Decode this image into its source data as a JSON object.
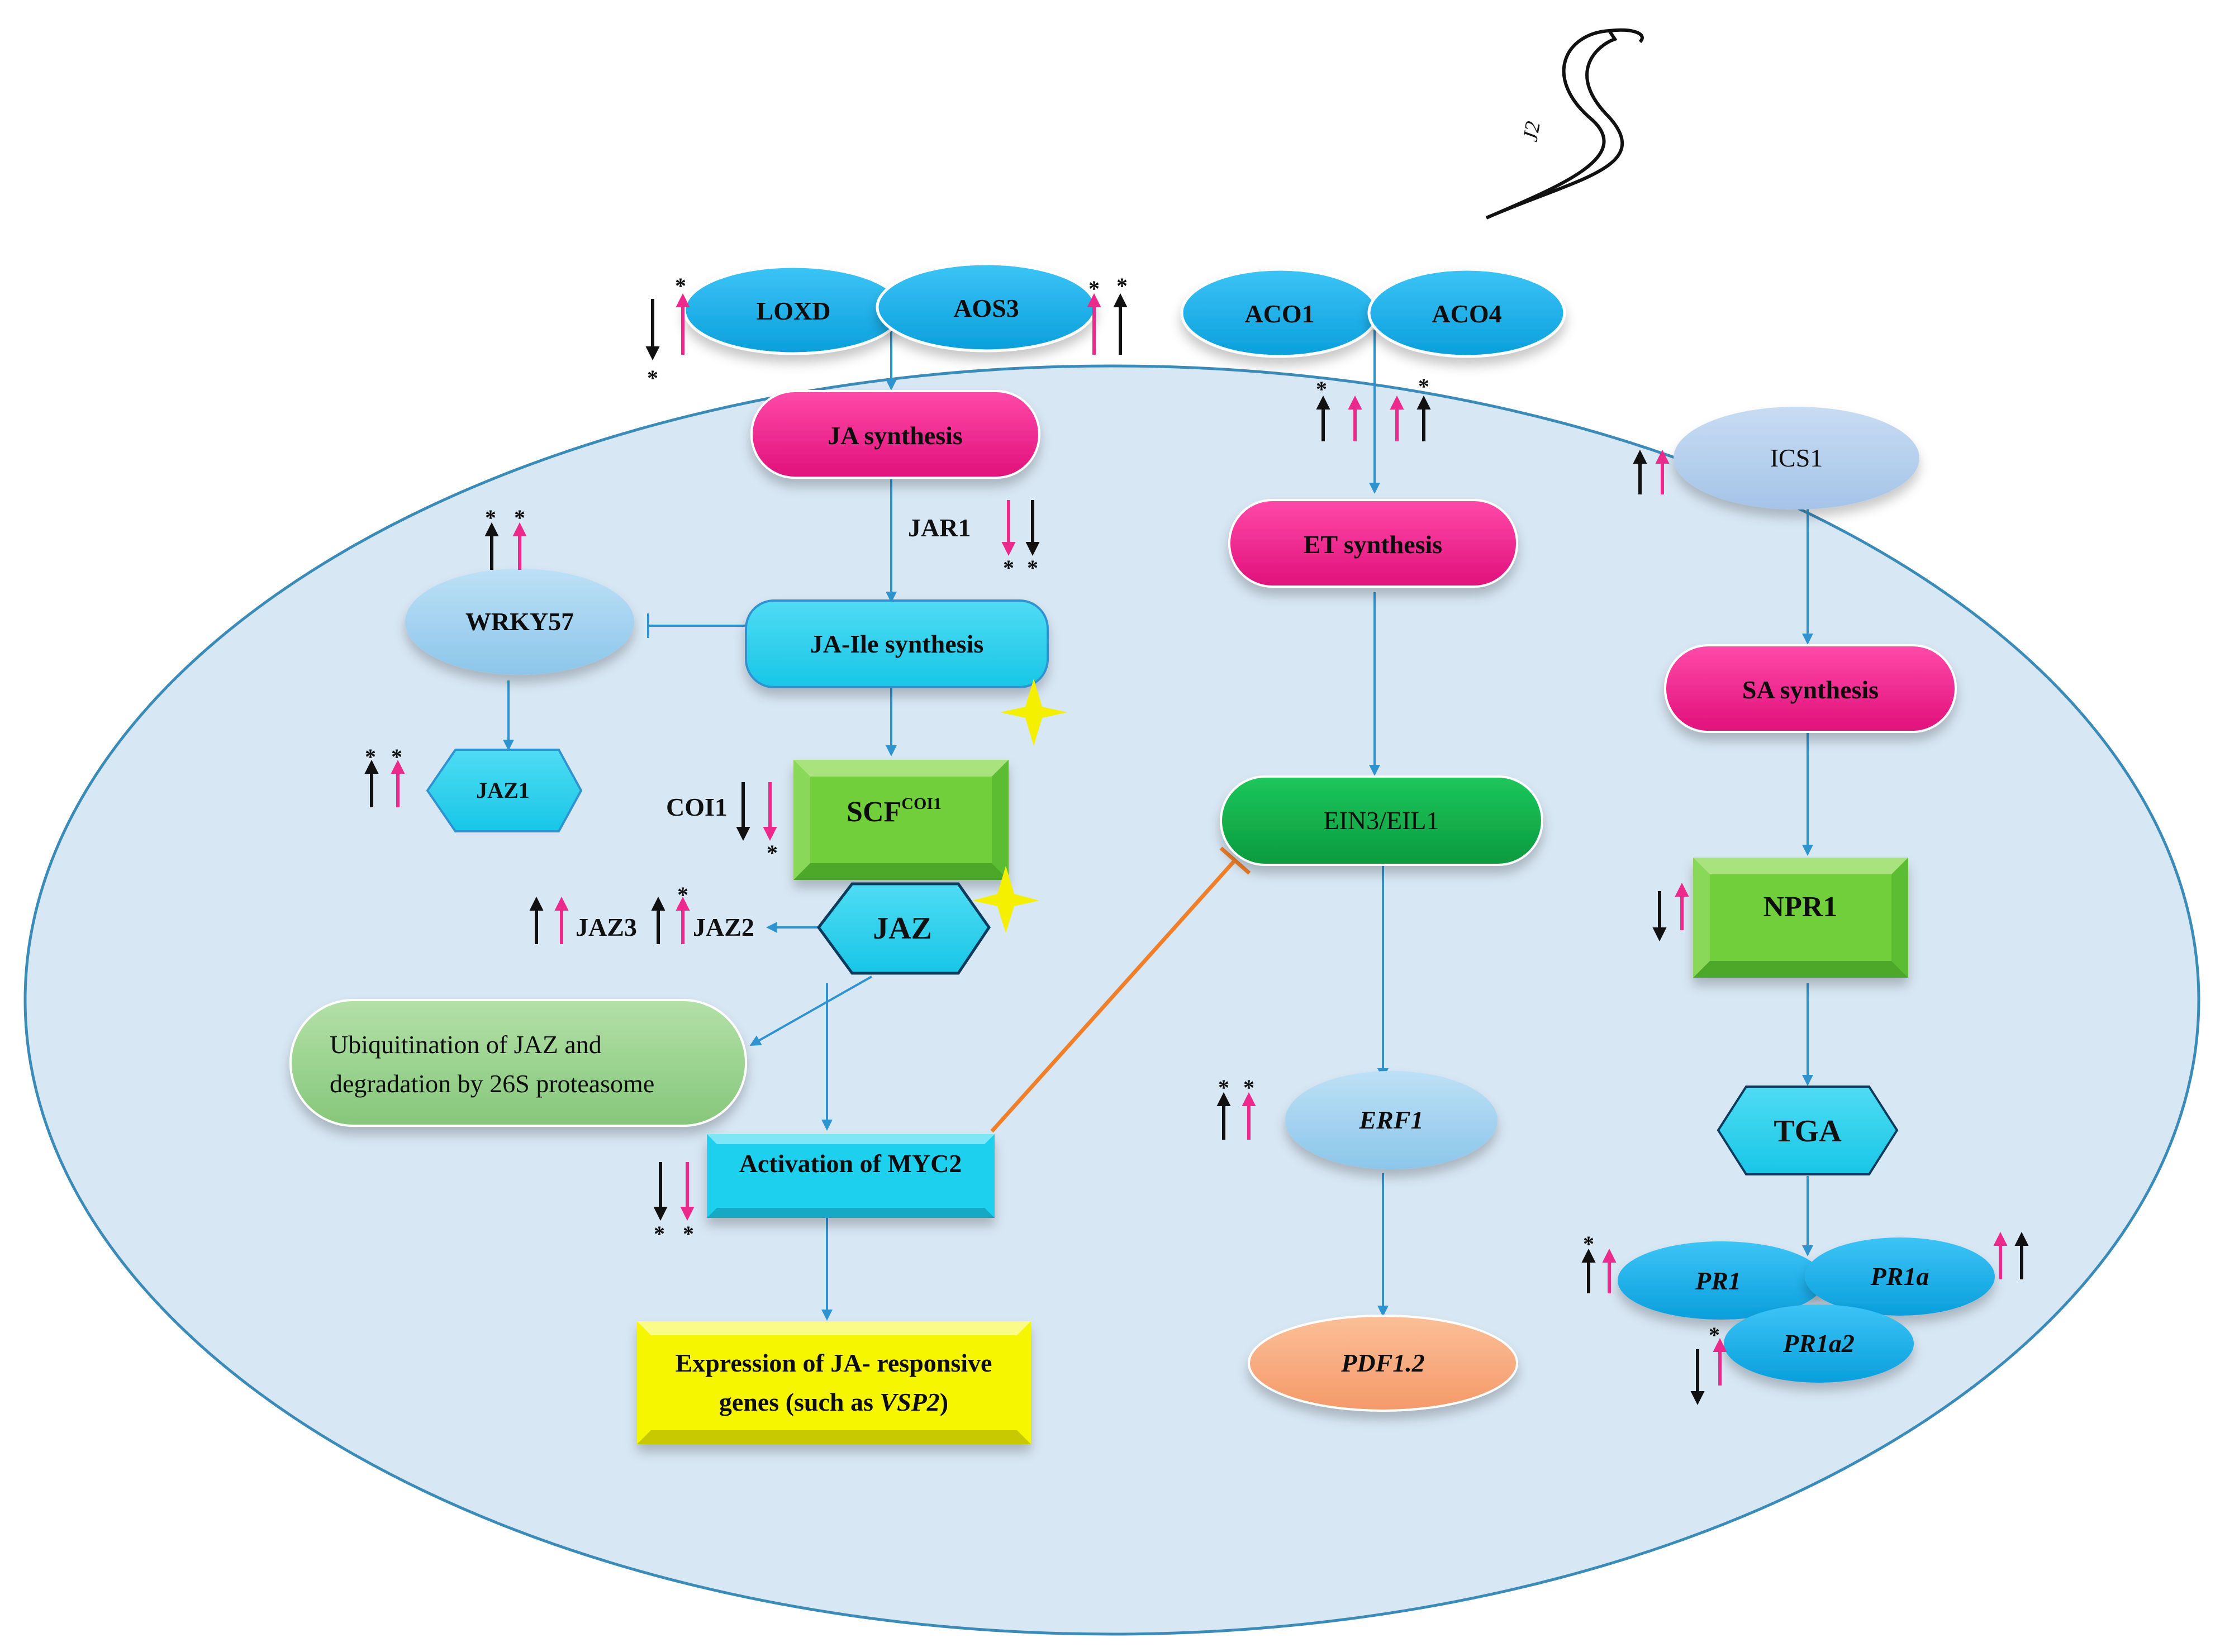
{
  "organism": {
    "label": "J2"
  },
  "nodes": {
    "loxd": "LOXD",
    "aos3": "AOS3",
    "aco1": "ACO1",
    "aco4": "ACO4",
    "ja_synthesis": "JA synthesis",
    "jar1": "JAR1",
    "ja_ile_synthesis": "JA-Ile synthesis",
    "wrky57": "WRKY57",
    "jaz1": "JAZ1",
    "scf_main": "SCF",
    "scf_sup": "COI1",
    "coi1": "COI1",
    "jaz": "JAZ",
    "jaz3": "JAZ3",
    "jaz2": "JAZ2",
    "ubiquitination_line1": "Ubiquitination of JAZ and",
    "ubiquitination_line2": "degradation by 26S proteasome",
    "myc2": "Activation of MYC2",
    "expression_line1": "Expression of JA- responsive",
    "expression_line2a": "genes (such as ",
    "expression_line2b": "VSP2",
    "expression_line2c": ")",
    "et_synthesis": "ET synthesis",
    "ein3": "EIN3/EIL1",
    "erf1": "ERF1",
    "pdf12": "PDF1.2",
    "ics1": "ICS1",
    "sa_synthesis": "SA synthesis",
    "npr1": "NPR1",
    "tga": "TGA",
    "pr1": "PR1",
    "pr1a": "PR1a",
    "pr1a2": "PR1a2"
  },
  "significance_mark": "*",
  "colors": {
    "cell_fill": "#d8e7f4",
    "cell_stroke": "#3b8bb8",
    "black_arrow": "#111111",
    "pink_arrow": "#ec2a8c",
    "connector": "#2e93cf",
    "inhibition_orange": "#f07f2a",
    "synthesis_pink": "#f0198a",
    "enzyme_blue": "#11aee8",
    "cyan_box": "#1fd0ee",
    "green_box": "#6fcf3a",
    "ein3_green": "#10b14a",
    "yellow_box": "#f6f600",
    "ubiq_green": "#95d189",
    "pdf_orange": "#f8a97c"
  }
}
